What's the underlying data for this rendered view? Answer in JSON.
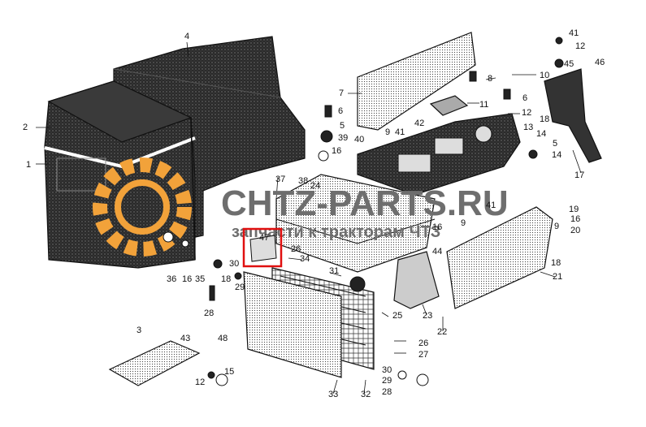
{
  "watermark": {
    "brand": "CHTZ-PARTS.RU",
    "tagline": "запчасти к тракторам ЧТЗ",
    "color": "#6e6e6e",
    "gear_color": "#f2a23a"
  },
  "highlight": {
    "color": "#e01010",
    "label": "47"
  },
  "callouts": [
    {
      "id": "c1",
      "text": "1"
    },
    {
      "id": "c2",
      "text": "2"
    },
    {
      "id": "c3",
      "text": "3"
    },
    {
      "id": "c4",
      "text": "4"
    },
    {
      "id": "c5a",
      "text": "5"
    },
    {
      "id": "c5b",
      "text": "5"
    },
    {
      "id": "c6a",
      "text": "6"
    },
    {
      "id": "c6b",
      "text": "6"
    },
    {
      "id": "c7",
      "text": "7"
    },
    {
      "id": "c8",
      "text": "8"
    },
    {
      "id": "c9a",
      "text": "9"
    },
    {
      "id": "c9b",
      "text": "9"
    },
    {
      "id": "c9c",
      "text": "9"
    },
    {
      "id": "c10",
      "text": "10"
    },
    {
      "id": "c11",
      "text": "11"
    },
    {
      "id": "c12a",
      "text": "12"
    },
    {
      "id": "c12b",
      "text": "12"
    },
    {
      "id": "c12c",
      "text": "12"
    },
    {
      "id": "c13",
      "text": "13"
    },
    {
      "id": "c14a",
      "text": "14"
    },
    {
      "id": "c14b",
      "text": "14"
    },
    {
      "id": "c15",
      "text": "15"
    },
    {
      "id": "c16a",
      "text": "16"
    },
    {
      "id": "c16b",
      "text": "16"
    },
    {
      "id": "c16c",
      "text": "16"
    },
    {
      "id": "c16d",
      "text": "16"
    },
    {
      "id": "c17",
      "text": "17"
    },
    {
      "id": "c18a",
      "text": "18"
    },
    {
      "id": "c18b",
      "text": "18"
    },
    {
      "id": "c18c",
      "text": "18"
    },
    {
      "id": "c19",
      "text": "19"
    },
    {
      "id": "c20",
      "text": "20"
    },
    {
      "id": "c21",
      "text": "21"
    },
    {
      "id": "c22",
      "text": "22"
    },
    {
      "id": "c23",
      "text": "23"
    },
    {
      "id": "c24",
      "text": "24"
    },
    {
      "id": "c25",
      "text": "25"
    },
    {
      "id": "c26a",
      "text": "26"
    },
    {
      "id": "c26b",
      "text": "26"
    },
    {
      "id": "c27",
      "text": "27"
    },
    {
      "id": "c28a",
      "text": "28"
    },
    {
      "id": "c28b",
      "text": "28"
    },
    {
      "id": "c29a",
      "text": "29"
    },
    {
      "id": "c29b",
      "text": "29"
    },
    {
      "id": "c30a",
      "text": "30"
    },
    {
      "id": "c30b",
      "text": "30"
    },
    {
      "id": "c31",
      "text": "31"
    },
    {
      "id": "c32",
      "text": "32"
    },
    {
      "id": "c33",
      "text": "33"
    },
    {
      "id": "c34",
      "text": "34"
    },
    {
      "id": "c35",
      "text": "35"
    },
    {
      "id": "c36",
      "text": "36"
    },
    {
      "id": "c37",
      "text": "37"
    },
    {
      "id": "c38",
      "text": "38"
    },
    {
      "id": "c39",
      "text": "39"
    },
    {
      "id": "c40",
      "text": "40"
    },
    {
      "id": "c41a",
      "text": "41"
    },
    {
      "id": "c41b",
      "text": "41"
    },
    {
      "id": "c41c",
      "text": "41"
    },
    {
      "id": "c42",
      "text": "42"
    },
    {
      "id": "c43",
      "text": "43"
    },
    {
      "id": "c44",
      "text": "44"
    },
    {
      "id": "c45",
      "text": "45"
    },
    {
      "id": "c46",
      "text": "46"
    },
    {
      "id": "c48",
      "text": "48"
    }
  ]
}
